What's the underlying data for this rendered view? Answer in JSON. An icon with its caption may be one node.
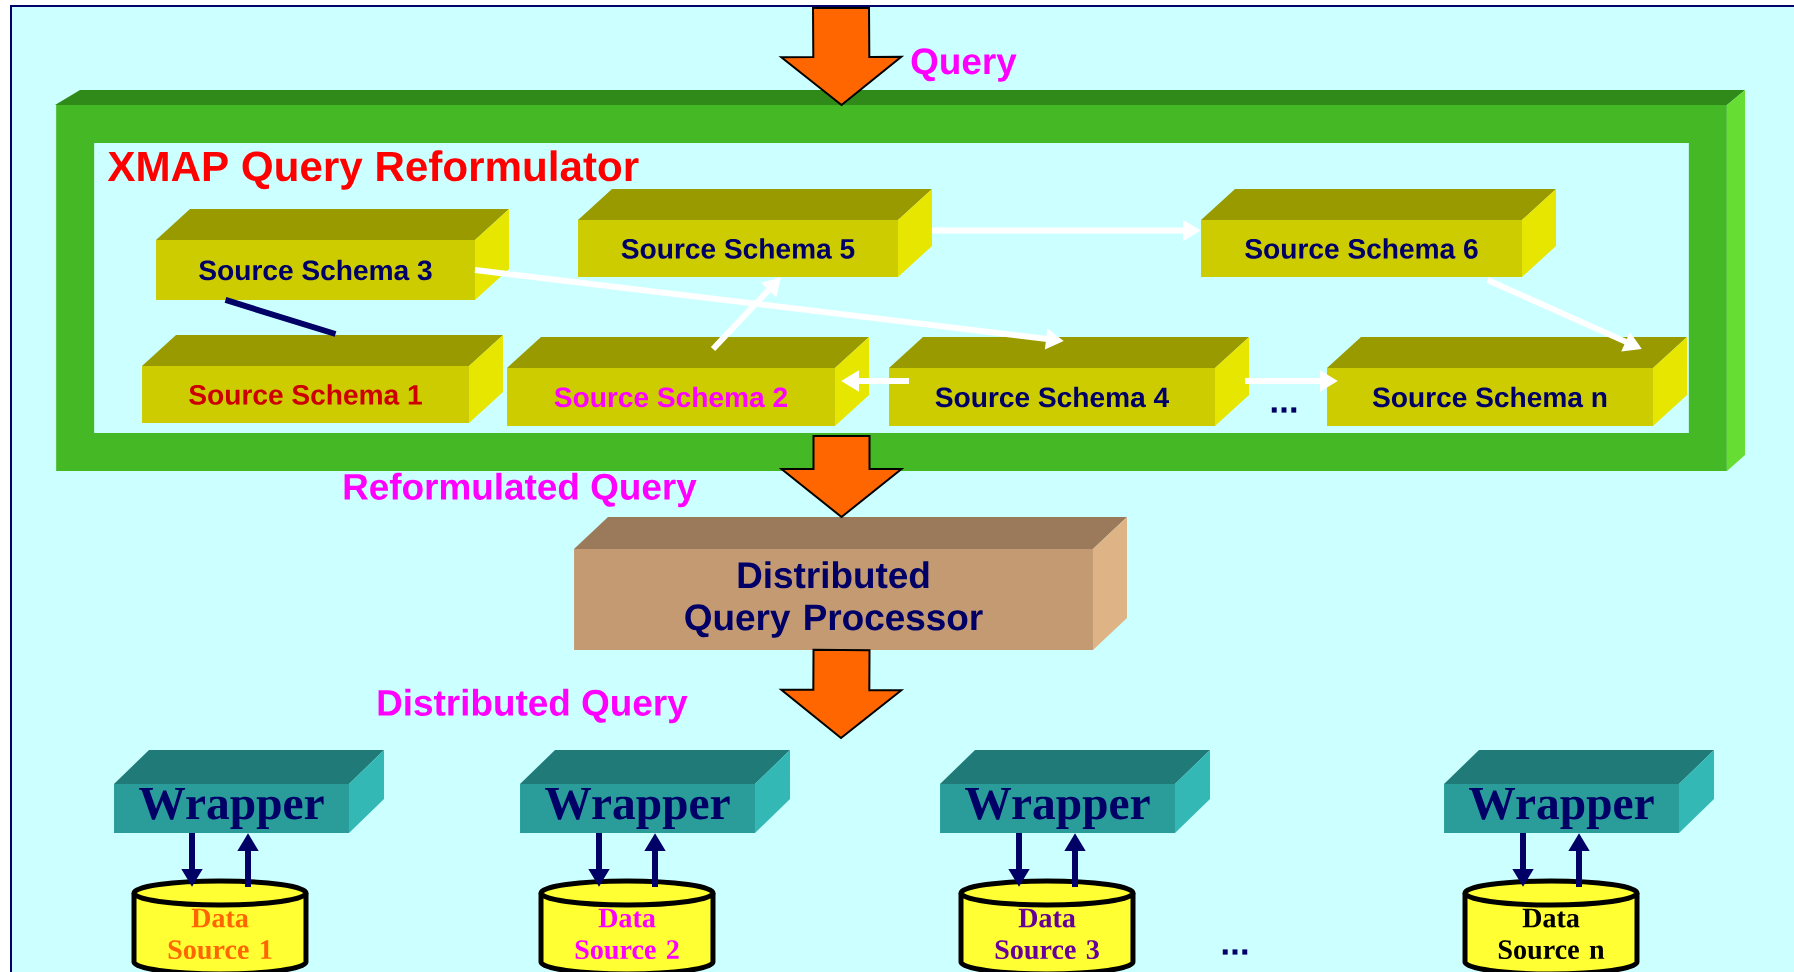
{
  "diagram": {
    "nodes": [
      {
        "text": [
          "XMAP Query Reformulator"
        ]
      },
      {
        "text": [
          "Source Schema 3"
        ],
        "in": 0
      },
      {
        "text": [
          "Source Schema 5"
        ],
        "in": 0
      },
      {
        "text": [
          "Source Schema 6"
        ],
        "in": 0
      },
      {
        "text": [
          "Source Schema 1"
        ],
        "in": 0
      },
      {
        "text": [
          "Source Schema 2"
        ],
        "in": 0
      },
      {
        "text": [
          "Source Schema 4"
        ],
        "in": 0
      },
      {
        "text": [
          "Source Schema n"
        ],
        "in": 0
      },
      {
        "text": [
          "Distributed Query Processor"
        ]
      },
      {
        "text": [
          "Wrapper"
        ]
      },
      {
        "text": [
          "Wrapper"
        ]
      },
      {
        "text": [
          "Wrapper"
        ]
      },
      {
        "text": [
          "Wrapper"
        ]
      },
      {
        "text": [
          "Data Source 1"
        ]
      },
      {
        "text": [
          "Data Source 2"
        ]
      },
      {
        "text": [
          "Data Source 3"
        ]
      },
      {
        "text": [
          "Data Source n"
        ]
      }
    ],
    "edges": [
      {
        "from": null,
        "to": 0,
        "arrow": "to",
        "label": "Query",
        "style": "thick",
        "color": "#ff6600"
      },
      {
        "from": 0,
        "to": 8,
        "arrow": "to",
        "label": "Reformulated Query",
        "style": "thick",
        "color": "#ff6600"
      },
      {
        "from": 8,
        "to": null,
        "arrow": "to",
        "label": "Distributed Query",
        "style": "thick",
        "color": "#ff6600"
      },
      {
        "from": 4,
        "to": 1,
        "arrow": "none",
        "color": "#000066"
      },
      {
        "from": 1,
        "to": 6,
        "arrow": "to",
        "color": "#ffffff"
      },
      {
        "from": 5,
        "to": 2,
        "arrow": "to",
        "color": "#ffffff"
      },
      {
        "from": 2,
        "to": 3,
        "arrow": "to",
        "color": "#ffffff"
      },
      {
        "from": 6,
        "to": 5,
        "arrow": "to",
        "color": "#ffffff"
      },
      {
        "from": 6,
        "to": 7,
        "arrow": "to",
        "color": "#ffffff"
      },
      {
        "from": 3,
        "to": 7,
        "arrow": "to",
        "color": "#ffffff"
      },
      {
        "from": 9,
        "to": 13,
        "arrow": "to",
        "color": "#000066"
      },
      {
        "from": 13,
        "to": 9,
        "arrow": "to",
        "color": "#000066"
      },
      {
        "from": 10,
        "to": 14,
        "arrow": "to",
        "color": "#000066"
      },
      {
        "from": 14,
        "to": 10,
        "arrow": "to",
        "color": "#000066"
      },
      {
        "from": 11,
        "to": 15,
        "arrow": "to",
        "color": "#000066"
      },
      {
        "from": 15,
        "to": 11,
        "arrow": "to",
        "color": "#000066"
      },
      {
        "from": 12,
        "to": 16,
        "arrow": "to",
        "color": "#000066"
      },
      {
        "from": 16,
        "to": 12,
        "arrow": "to",
        "color": "#000066"
      }
    ],
    "labels": [
      "...",
      "..."
    ]
  }
}
